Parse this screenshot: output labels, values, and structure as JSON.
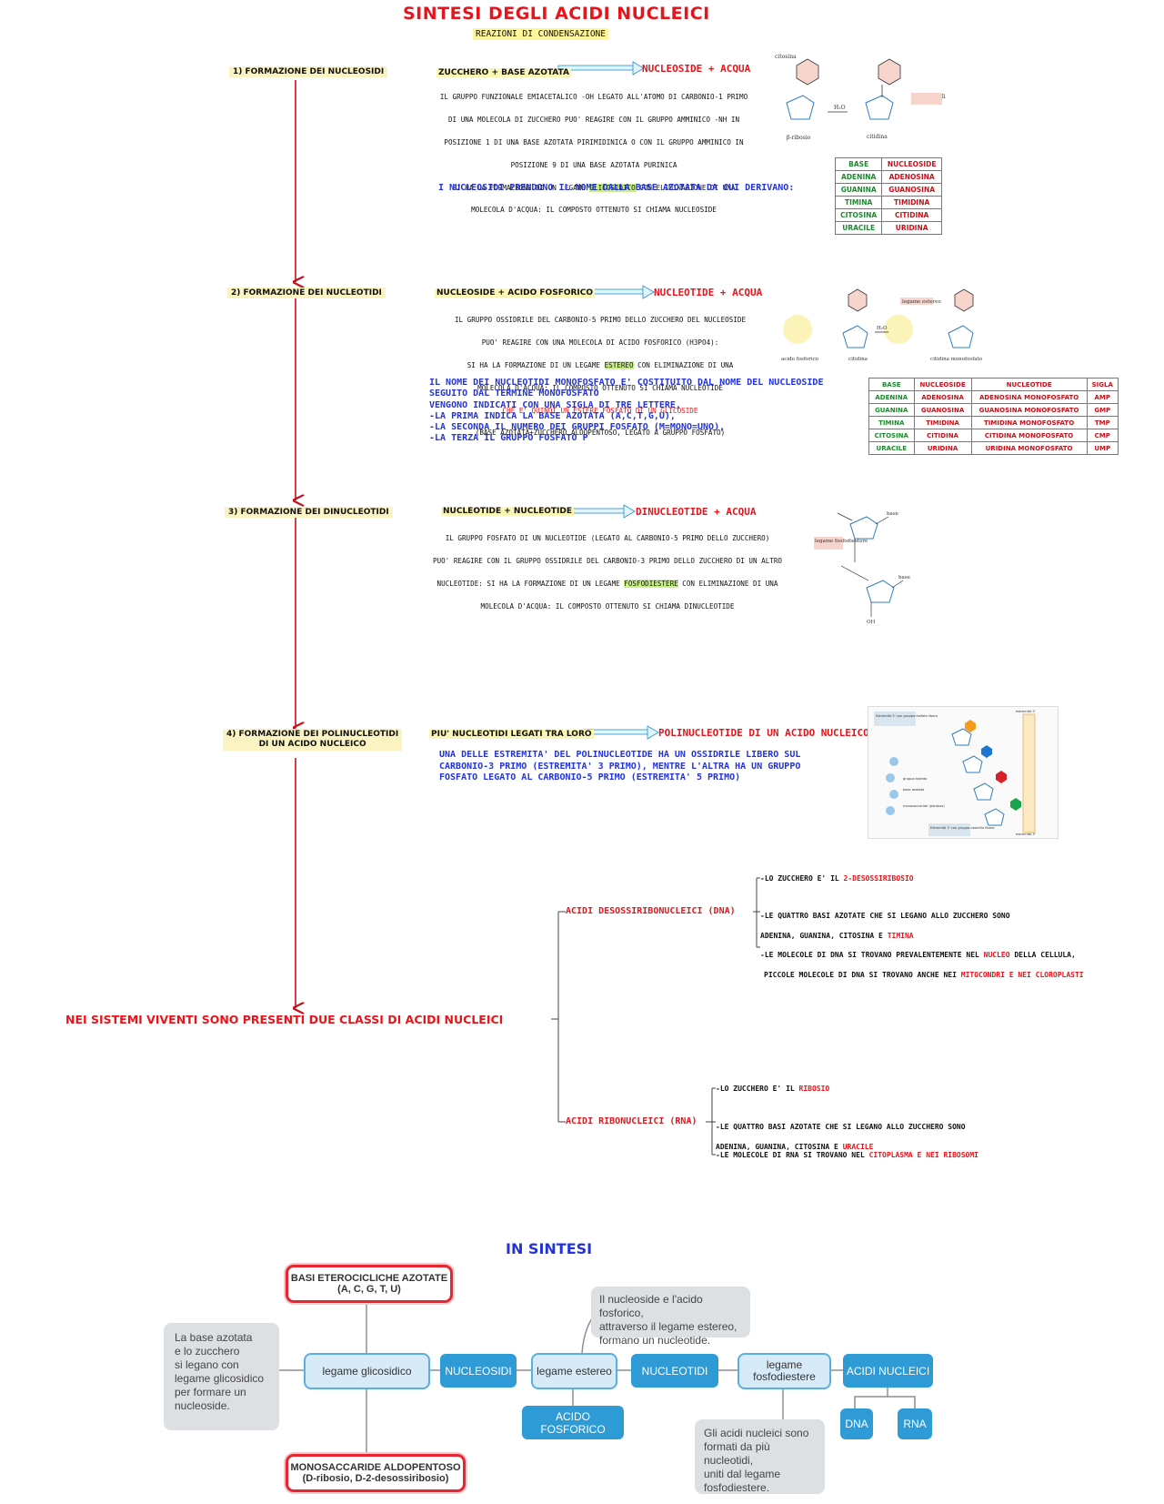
{
  "header": {
    "title": "SINTESI DEGLI ACIDI NUCLEICI",
    "subtitle": "REAZIONI DI CONDENSAZIONE"
  },
  "steps": [
    {
      "label": "1) FORMAZIONE DEI NUCLEOSIDI",
      "reactants": "ZUCCHERO + BASE AZOTATA",
      "product": "NUCLEOSIDE + ACQUA",
      "description_lines": [
        "IL GRUPPO FUNZIONALE EMIACETALICO -OH LEGATO ALL'ATOMO DI CARBONIO-1  PRIMO",
        "DI UNA MOLECOLA DI ZUCCHERO PUO' REAGIRE CON IL GRUPPO AMMINICO -NH IN",
        "POSIZIONE 1 DI UNA BASE AZOTATA PIRIMIDINICA O CON IL GRUPPO AMMINICO IN",
        "POSIZIONE 9 DI UNA BASE AZOTATA PURINICA"
      ],
      "desc_pre": "SI HA LA FORMAZIONE DI UN LEGAME ",
      "desc_highlight": "GLICOSIDICO",
      "desc_post": " CON ELIMINAZIONE DI UNA",
      "desc_last": "MOLECOLA D'ACQUA: IL COMPOSTO OTTENUTO SI CHIAMA NUCLEOSIDE",
      "note": "I NUCLEOSIDI PRENDONO IL NOME DALLA BASE AZOTATA DA CUI DERIVANO:",
      "figure_labels": [
        "citosina",
        "β-ribosio",
        "citidina",
        "legame glicosidico",
        "H₂O"
      ]
    },
    {
      "label": "2) FORMAZIONE DEI NUCLEOTIDI",
      "reactants": "NUCLEOSIDE + ACIDO FOSFORICO",
      "product": "NUCLEOTIDE + ACQUA",
      "description_lines": [
        "IL GRUPPO OSSIDRILE DEL CARBONIO-5 PRIMO DELLO ZUCCHERO DEL NUCLEOSIDE",
        "PUO' REAGIRE CON UNA MOLECOLA DI ACIDO FOSFORICO (H3PO4):"
      ],
      "desc_pre": "SI HA LA FORMAZIONE DI UN LEGAME ",
      "desc_highlight": "ESTEREO",
      "desc_post": " CON ELIMINAZIONE DI UNA",
      "desc_last": "MOLECOLA D'ACQUA: IL COMPOSTO OTTENUTO SI CHIAMA NUCLEOTIDE",
      "desc_red": "CHE E' QUINDI UN ESTERE FOSFATO DI UN GLICOSIDE",
      "desc_final": "(BASE AZOTATA+ZUCCHERO ALDOPENTOSO, LEGATO A GRUPPO FOSFATO)",
      "note_lines": [
        "IL NOME DEI NUCLEOTIDI MONOFOSFATO E' COSTITUITO DAL NOME DEL NUCLEOSIDE",
        "SEGUITO DAL TERMINE MONOFOSFATO",
        "VENGONO INDICATI CON UNA SIGLA DI TRE LETTERE,",
        "-LA PRIMA INDICA LA BASE AZOTATA (A,C,T,G,U),",
        "-LA SECONDA IL NUMERO DEI GRUPPI FOSFATO (M=MONO=UNO),",
        "-LA TERZA IL GRUPPO FOSFATO P"
      ],
      "figure_labels": [
        "acido fosforico",
        "citidina",
        "citidina monofosfato",
        "legame estereo",
        "H₂O"
      ]
    },
    {
      "label": "3) FORMAZIONE DEI DINUCLEOTIDI",
      "reactants": "NUCLEOTIDE + NUCLEOTIDE",
      "product": "DINUCLEOTIDE + ACQUA",
      "description_lines": [
        "IL GRUPPO FOSFATO DI UN NUCLEOTIDE (LEGATO AL CARBONIO-5 PRIMO DELLO ZUCCHERO)",
        "PUO' REAGIRE CON IL GRUPPO OSSIDRILE DEL CARBONIO-3 PRIMO DELLO ZUCCHERO DI UN ALTRO"
      ],
      "desc_pre": "NUCLEOTIDE: SI HA LA FORMAZIONE DI UN LEGAME ",
      "desc_highlight": "FOSFODIESTERE",
      "desc_post": " CON ELIMINAZIONE DI UNA",
      "desc_last": "MOLECOLA D'ACQUA: IL COMPOSTO OTTENUTO SI CHIAMA DINUCLEOTIDE",
      "figure_labels": [
        "base",
        "legame fosfodiestere",
        "base",
        "OH"
      ]
    },
    {
      "label_line1": "4) FORMAZIONE DEI POLINUCLEOTIDI",
      "label_line2": "DI UN ACIDO NUCLEICO",
      "reactants": "PIU' NUCLEOTIDI LEGATI TRA LORO",
      "product": "POLINUCLEOTIDE DI UN ACIDO NUCLEICO",
      "note_lines": [
        "UNA DELLE ESTREMITA' DEL POLINUCLEOTIDE HA UN OSSIDRILE LIBERO SUL",
        "CARBONIO-3 PRIMO (ESTREMITA' 3 PRIMO), MENTRE L'ALTRA HA UN GRUPPO",
        "FOSFATO LEGATO AL CARBONIO-5 PRIMO (ESTREMITA' 5 PRIMO)"
      ],
      "figure_labels": [
        "Estremità 5' con gruppo fosfato libero",
        "gruppo fosfato",
        "base azotata",
        "monosaccaride (pentoso)",
        "Estremità 3' con gruppo ossidrile libero",
        "estremità 5'",
        "estremità 3'"
      ]
    }
  ],
  "nucleoside_table": {
    "headers": [
      "BASE",
      "NUCLEOSIDE"
    ],
    "rows": [
      [
        "ADENINA",
        "ADENOSINA"
      ],
      [
        "GUANINA",
        "GUANOSINA"
      ],
      [
        "TIMINA",
        "TIMIDINA"
      ],
      [
        "CITOSINA",
        "CITIDINA"
      ],
      [
        "URACILE",
        "URIDINA"
      ]
    ]
  },
  "nucleotide_table": {
    "headers": [
      "BASE",
      "NUCLEOSIDE",
      "NUCLEOTIDE",
      "SIGLA"
    ],
    "rows": [
      [
        "ADENINA",
        "ADENOSINA",
        "ADENOSINA MONOFOSFATO",
        "AMP"
      ],
      [
        "GUANINA",
        "GUANOSINA",
        "GUANOSINA MONOFOSFATO",
        "GMP"
      ],
      [
        "TIMINA",
        "TIMIDINA",
        "TIMIDINA MONOFOSFATO",
        "TMP"
      ],
      [
        "CITOSINA",
        "CITIDINA",
        "CITIDINA MONOFOSFATO",
        "CMP"
      ],
      [
        "URACILE",
        "URIDINA",
        "URIDINA MONOFOSFATO",
        "UMP"
      ]
    ]
  },
  "classes": {
    "root": "NEI SISTEMI VIVENTI SONO PRESENTI DUE CLASSI DI ACIDI NUCLEICI",
    "dna": {
      "label": "ACIDI DESOSSIRIBONUCLEICI (DNA)",
      "b1_pre": "-LO ZUCCHERO E' IL ",
      "b1_red": "2-DESOSSIRIBOSIO",
      "b2_l1": "-LE QUATTRO BASI AZOTATE CHE SI LEGANO ALLO ZUCCHERO SONO",
      "b2_pre": "ADENINA, GUANINA, CITOSINA E ",
      "b2_red": "TIMINA",
      "b3_pre": "-LE MOLECOLE DI DNA SI TROVANO PREVALENTEMENTE NEL ",
      "b3_red": "NUCLEO",
      "b3_post": " DELLA CELLULA,",
      "b3_l2pre": "PICCOLE MOLECOLE DI DNA SI TROVANO ANCHE NEI ",
      "b3_l2red": "MITOCONDRI E NEI CLOROPLASTI"
    },
    "rna": {
      "label": "ACIDI RIBONUCLEICI (RNA)",
      "b1_pre": "-LO ZUCCHERO E' IL ",
      "b1_red": "RIBOSIO",
      "b2_l1": "-LE QUATTRO BASI AZOTATE CHE SI LEGANO ALLO ZUCCHERO SONO",
      "b2_pre": "ADENINA, GUANINA, CITOSINA E ",
      "b2_red": "URACILE",
      "b3_pre": "-LE MOLECOLE DI RNA SI TROVANO NEL ",
      "b3_red": "CITOPLASMA E NEI RIBOSOMI"
    }
  },
  "summary": {
    "title": "IN SINTESI",
    "top_red_l1": "BASI ETEROCICLICHE AZOTATE",
    "top_red_l2": "(A, C, G, T, U)",
    "bottom_red_l1": "MONOSACCARIDE ALDOPENTOSO",
    "bottom_red_l2": "(D-ribosio, D-2-desossiribosio)",
    "note_left": "La base azotata\ne lo zucchero\nsi legano con\nlegame glicosidico\nper formare un\nnucleoside.",
    "note_top": "Il nucleoside e l'acido fosforico,\nattraverso il legame estereo,\nformano un nucleotide.",
    "note_bottom": "Gli acidi nucleici sono\nformati da più nucleotidi,\nuniti dal legame\nfosfodiestere.",
    "b_glicosidico": "legame glicosidico",
    "b_nucleosidi": "NUCLEOSIDI",
    "b_estereo": "legame estereo",
    "b_nucleotidi": "NUCLEOTIDI",
    "b_fosfo_l1": "legame",
    "b_fosfo_l2": "fosfodiestere",
    "b_acidi": "ACIDI NUCLEICI",
    "b_acido_fosforico": "ACIDO FOSFORICO",
    "b_dna": "DNA",
    "b_rna": "RNA"
  },
  "colors": {
    "title_red": "#e8141b",
    "note_blue": "#2233dd",
    "accent_blue": "#2f9bd6"
  }
}
